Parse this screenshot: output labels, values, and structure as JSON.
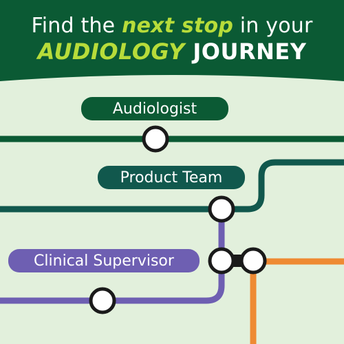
{
  "headline": {
    "line1_pre": "Find the ",
    "line1_accent": "next stop",
    "line1_post": " in your",
    "line2_accent": "AUDIOLOGY",
    "line2_post": " JOURNEY"
  },
  "stops": {
    "audiologist": "Audiologist",
    "product_team": "Product Team",
    "clinical_supervisor": "Clinical Supervisor"
  },
  "colors": {
    "background": "#e2f0dc",
    "header_green": "#0b5a34",
    "accent_green": "#b7dc3a",
    "audiologist_line": "#0b5a34",
    "product_line": "#11584d",
    "clinical_line": "#6e5fb2",
    "orange_line": "#ee8a33"
  }
}
